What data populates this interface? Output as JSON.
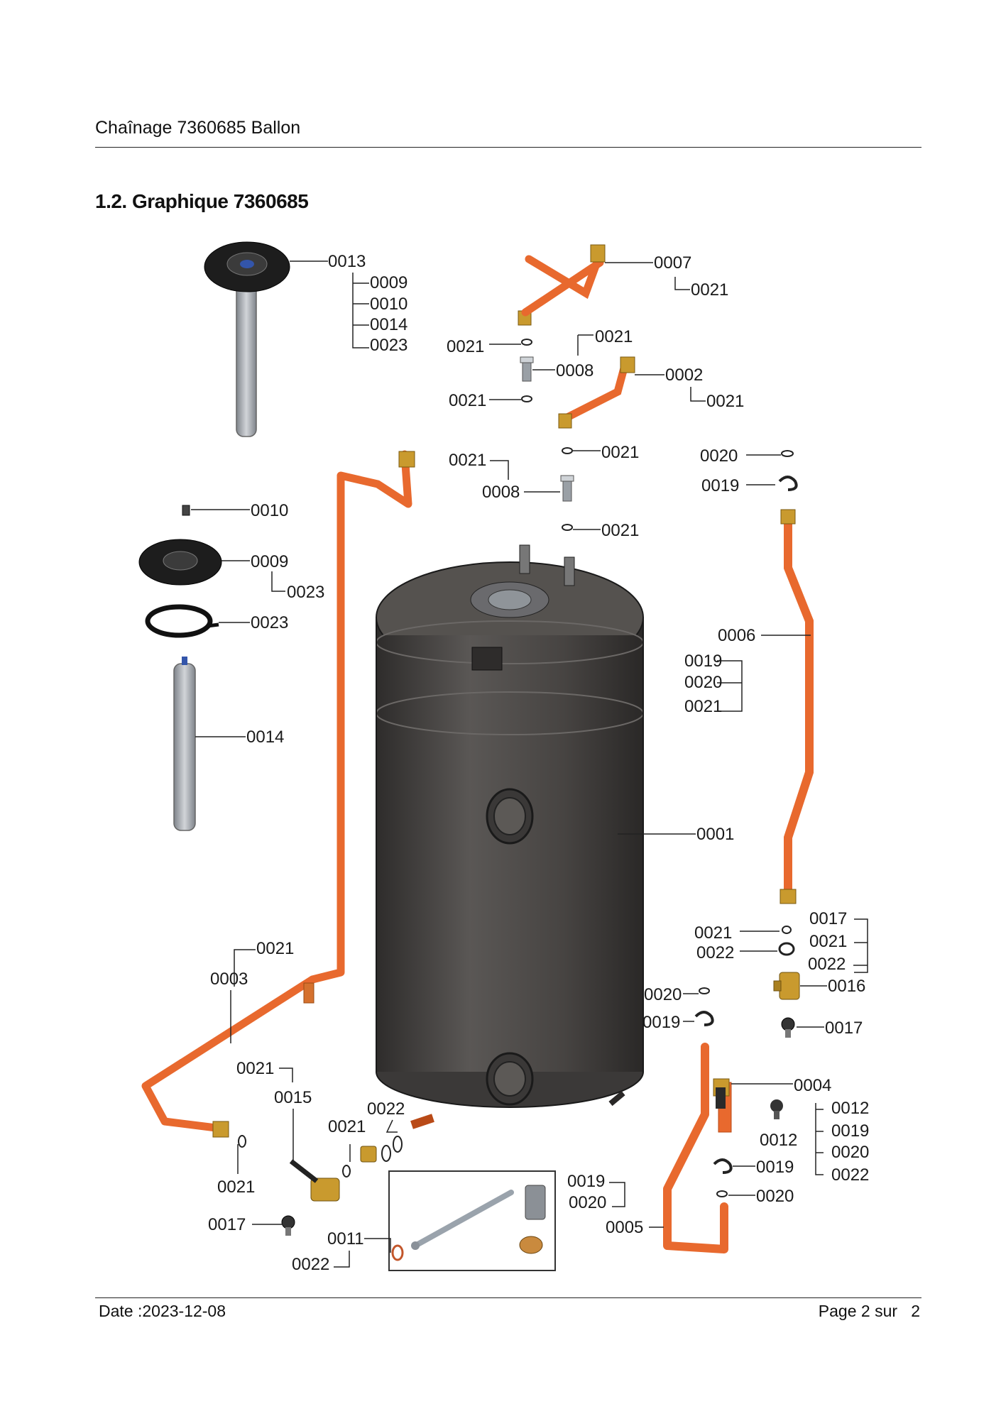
{
  "header": {
    "title": "Chaînage 7360685 Ballon"
  },
  "section": {
    "title": "1.2. Graphique 7360685"
  },
  "footer": {
    "date": "Date :2023-12-08",
    "page": "Page 2 sur   2"
  },
  "callouts": {
    "c0013": "0013",
    "c0009a": "0009",
    "c0010a": "0010",
    "c0014a": "0014",
    "c0023a": "0023",
    "c0007": "0007",
    "c0021_7": "0021",
    "c0021_a": "0021",
    "c0021_b": "0021",
    "c0008a": "0008",
    "c0002": "0002",
    "c0021_2": "0021",
    "c0021_c": "0021",
    "c0021_d": "0021",
    "c0021_e": "0021",
    "c0008b": "0008",
    "c0021_f": "0021",
    "c0020a": "0020",
    "c0019a": "0019",
    "c0010b": "0010",
    "c0009b": "0009",
    "c0023b": "0023",
    "c0023c": "0023",
    "c0014b": "0014",
    "c0006": "0006",
    "c0019b": "0019",
    "c0020b": "0020",
    "c0021_g": "0021",
    "c0001": "0001",
    "c0017a": "0017",
    "c0021_h": "0021",
    "c0022a": "0022",
    "c0021_i": "0021",
    "c0022b": "0022",
    "c0016": "0016",
    "c0020c": "0020",
    "c0019c": "0019",
    "c0017b": "0017",
    "c0021_j": "0021",
    "c0003": "0003",
    "c0004": "0004",
    "c0012a": "0012",
    "c0012b": "0012",
    "c0019d": "0019",
    "c0020d": "0020",
    "c0022c": "0022",
    "c0019e": "0019",
    "c0020e": "0020",
    "c0019f": "0019",
    "c0020f": "0020",
    "c0005": "0005",
    "c0021_k": "0021",
    "c0015": "0015",
    "c0022d": "0022",
    "c0021_l": "0021",
    "c0021_m": "0021",
    "c0017c": "0017",
    "c0011": "0011",
    "c0022e": "0022"
  },
  "colors": {
    "pipe": "#e8692e",
    "pipe_dark": "#b94a17",
    "tank": "#4d4a48",
    "tank_dark": "#2d2b2a",
    "brass": "#c99a2e",
    "metal": "#a8acb2"
  }
}
